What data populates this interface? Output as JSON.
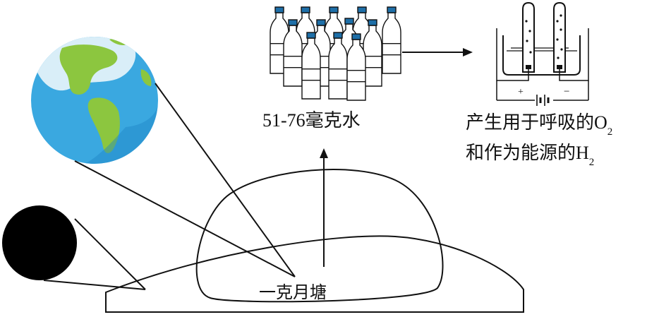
{
  "labels": {
    "water": "51-76毫克水",
    "o2_prefix": "产生用于呼吸的O",
    "o2_sub": "2",
    "h2_prefix": "和作为能源的H",
    "h2_sub": "2",
    "pond": "一克月塘",
    "electrode_plus": "+",
    "electrode_minus": "−"
  },
  "colors": {
    "earth_ocean": "#3aa8e0",
    "earth_land": "#8cc63f",
    "earth_cloud": "#d9eef8",
    "moon": "#000000",
    "line": "#111111"
  },
  "icons": [
    "earth-icon",
    "moon-icon",
    "water-bottles-icon",
    "electrolysis-apparatus-icon",
    "arrow-icon"
  ]
}
